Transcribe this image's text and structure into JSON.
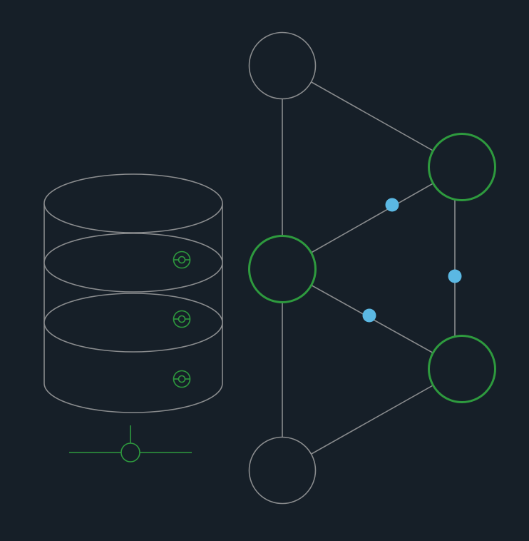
{
  "colors": {
    "background": "#161f28",
    "stroke_gray": "#8a8c8e",
    "stroke_green": "#2e9a3e",
    "dot_blue": "#5bb8e3",
    "fill_dark": "#161f28"
  },
  "diagram": {
    "database": {
      "icon": "database-cylinder-icon",
      "layers": 3,
      "indicator_icon": "status-indicator-icon"
    },
    "connector": {
      "icon": "network-connector-icon"
    },
    "network": {
      "icon": "network-graph-icon",
      "nodes": [
        {
          "id": "n1",
          "highlight": false
        },
        {
          "id": "n2",
          "highlight": true
        },
        {
          "id": "n3",
          "highlight": false
        },
        {
          "id": "n4",
          "highlight": true
        },
        {
          "id": "n5",
          "highlight": true
        }
      ],
      "edges": [
        {
          "from": "n1",
          "to": "n2",
          "dot": false
        },
        {
          "from": "n2",
          "to": "n3",
          "dot": false
        },
        {
          "from": "n1",
          "to": "n4",
          "dot": false
        },
        {
          "from": "n3",
          "to": "n5",
          "dot": false
        },
        {
          "from": "n2",
          "to": "n4",
          "dot": true
        },
        {
          "from": "n2",
          "to": "n5",
          "dot": true
        },
        {
          "from": "n4",
          "to": "n5",
          "dot": true
        }
      ]
    }
  }
}
